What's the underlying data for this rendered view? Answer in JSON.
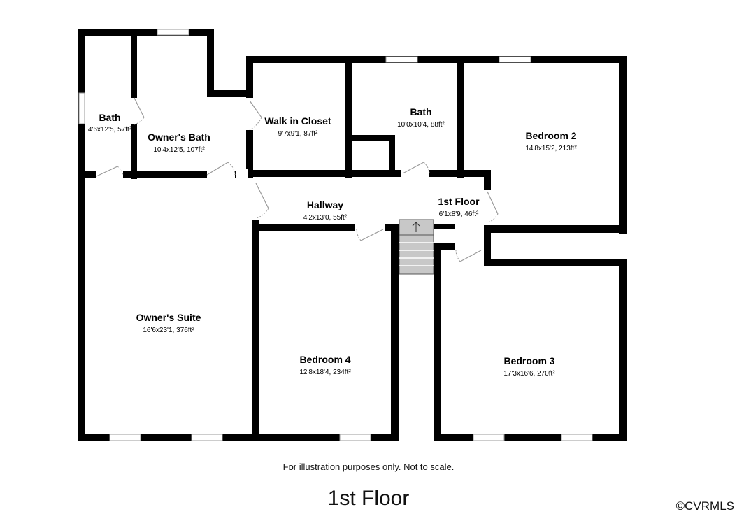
{
  "rooms": [
    {
      "name": "Bath",
      "dims": "4'6x12'5, 57ft²"
    },
    {
      "name": "Owner's Bath",
      "dims": "10'4x12'5, 107ft²"
    },
    {
      "name": "Walk in Closet",
      "dims": "9'7x9'1, 87ft²"
    },
    {
      "name": "Bath",
      "dims": "10'0x10'4, 88ft²"
    },
    {
      "name": "Bedroom 2",
      "dims": "14'8x15'2, 213ft²"
    },
    {
      "name": "Hallway",
      "dims": "4'2x13'0, 55ft²"
    },
    {
      "name": "1st Floor",
      "dims": "6'1x8'9, 46ft²"
    },
    {
      "name": "Owner's Suite",
      "dims": "16'6x23'1, 376ft²"
    },
    {
      "name": "Bedroom 4",
      "dims": "12'8x18'4, 234ft²"
    },
    {
      "name": "Bedroom 3",
      "dims": "17'3x16'6, 270ft²"
    }
  ],
  "stairs_icon": "arrow-up-icon",
  "disclaimer": "For illustration purposes only. Not to scale.",
  "floor_title": "1st Floor",
  "copyright": "©CVRMLS",
  "colors": {
    "wall": "#000000",
    "stairs": "#c8c8c8",
    "window": "#ffffff"
  }
}
